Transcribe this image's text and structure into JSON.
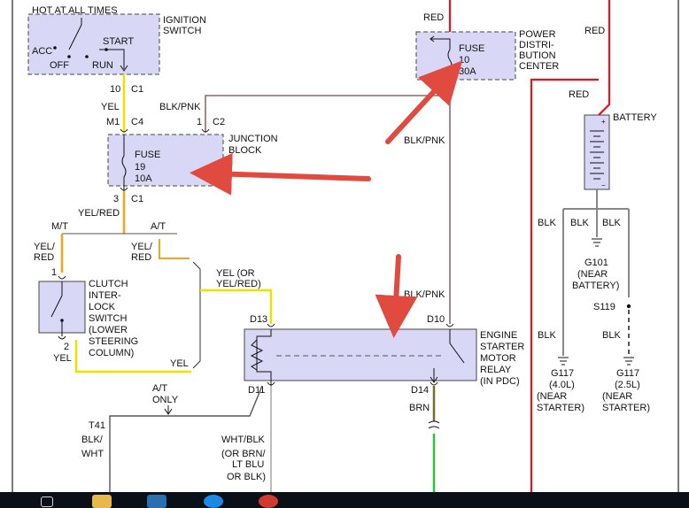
{
  "components": {
    "ignition_switch": {
      "title": [
        "IGNITION",
        "SWITCH"
      ],
      "caption": "HOT AT ALL TIMES",
      "positions": [
        "ACC",
        "OFF",
        "RUN",
        "START"
      ]
    },
    "power_distribution_center": {
      "title": [
        "POWER",
        "DISTRI-",
        "BUTION",
        "CENTER"
      ],
      "fuse": [
        "FUSE",
        "10",
        "30A"
      ]
    },
    "junction_block": {
      "title": [
        "JUNCTION",
        "BLOCK"
      ],
      "fuse": [
        "FUSE",
        "19",
        "10A"
      ]
    },
    "battery": {
      "title": "BATTERY",
      "polarity": [
        "+",
        "−"
      ]
    },
    "clutch_switch": {
      "title": [
        "CLUTCH",
        "INTER-",
        "LOCK",
        "SWITCH",
        "(LOWER",
        "STEERING",
        "COLUMN)"
      ]
    },
    "starter_relay": {
      "title": [
        "ENGINE",
        "STARTER",
        "MOTOR",
        "RELAY",
        "(IN PDC)"
      ]
    }
  },
  "pins": {
    "ign_c1_num": "10",
    "ign_c1": "C1",
    "jb_c4_num": "M1",
    "jb_c4": "C4",
    "jb_c2_num": "1",
    "jb_c2": "C2",
    "jb_c1_num": "3",
    "jb_c1": "C1",
    "clutch_1": "1",
    "clutch_2": "2",
    "relay_d13": "D13",
    "relay_d10": "D10",
    "relay_d11": "D11",
    "relay_d14": "D14",
    "t41": "T41"
  },
  "wires": {
    "red_top": "RED",
    "red_right": "RED",
    "red_batt": "RED",
    "yel": "YEL",
    "blk_pnk_1": "BLK/PNK",
    "blk_pnk_2": "BLK/PNK",
    "blk_pnk_3": "BLK/PNK",
    "yel_red": "YEL/RED",
    "mt": "M/T",
    "at": "A/T",
    "yel_red_l": [
      "YEL/",
      "RED"
    ],
    "yel_red_r": [
      "YEL/",
      "RED"
    ],
    "yel_or": [
      "YEL (OR",
      "YEL/RED)"
    ],
    "yel_2": "YEL",
    "yel_3": "YEL",
    "at_only": [
      "A/T",
      "ONLY"
    ],
    "blk_wht": [
      "BLK/",
      "WHT"
    ],
    "wht_blk": [
      "WHT/BLK",
      "(OR BRN/",
      "LT BLU",
      "OR BLK)"
    ],
    "brn": "BRN",
    "blk_1": "BLK",
    "blk_2": "BLK",
    "blk_3": "BLK",
    "blk_4": "BLK",
    "blk_5": "BLK"
  },
  "grounds": {
    "g101": [
      "G101",
      "(NEAR",
      "BATTERY)"
    ],
    "s119": "S119",
    "g117_40": [
      "G117",
      "(4.0L)",
      "(NEAR",
      "STARTER)"
    ],
    "g117_25": [
      "G117",
      "(2.5L)",
      "(NEAR",
      "STARTER)"
    ]
  },
  "colors": {
    "red_wire": "#e8141c",
    "yellow_wire": "#f0e000",
    "orange_wire": "#f2a51f",
    "green_wire": "#2ec23a",
    "component_fill": "#d8d8f6",
    "arrow": "#e04a3f"
  },
  "taskbar": {
    "icons": [
      "start-icon",
      "folder-icon",
      "app-icon",
      "browser-icon",
      "chrome-icon"
    ]
  }
}
